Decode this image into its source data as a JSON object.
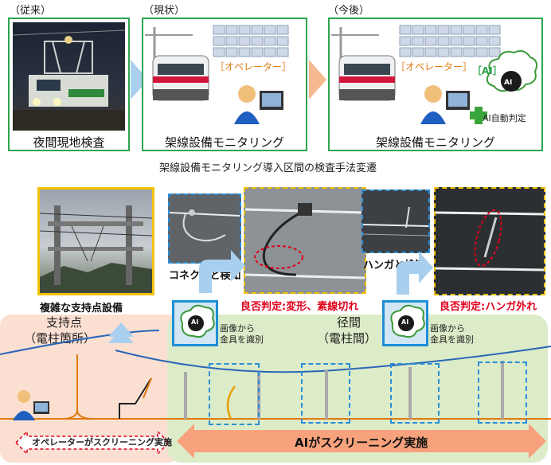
{
  "top": {
    "panels": [
      {
        "tag": "（従来）",
        "caption": "夜間現地検査"
      },
      {
        "tag": "（現状）",
        "caption": "架線設備モニタリング",
        "operator_label": "［オペレーター］"
      },
      {
        "tag": "（今後）",
        "caption": "架線設備モニタリング",
        "operator_label": "［オペレーター］",
        "ai_tag": "［AI］",
        "ai_caption": "AI自動判定"
      }
    ],
    "section_title": "架線設備モニタリング導入区間の検査手法変遷"
  },
  "bottom": {
    "support_photo_caption": "複雑な支持点設備",
    "connector_caption": "コネクタと検知",
    "hanger_caption": "ハンガと検知",
    "judge_connector": "良否判定:変形、素線切れ",
    "judge_hanger": "良否判定:ハンガ外れ",
    "support_point_label": "支持点",
    "support_point_sub": "（電柱箇所）",
    "span_label": "径間",
    "span_sub": "（電柱間）",
    "ai_note_line1": "画像から",
    "ai_note_line2": "金具を識別",
    "ai_icon_text": "AI",
    "operator_screening": "オペレーターがスクリーニング実施",
    "ai_screening": "AIがスクリーニング実施"
  },
  "colors": {
    "green_frame": "#2ea44f",
    "yellow": "#f2c200",
    "blue_dash": "#2a8fd8",
    "red": "#e0001b",
    "wire_blue": "#2a66b8",
    "wire_orange": "#e07a10",
    "salmon_bg": "#fbe0d2",
    "green_bg": "#dcebc8"
  }
}
